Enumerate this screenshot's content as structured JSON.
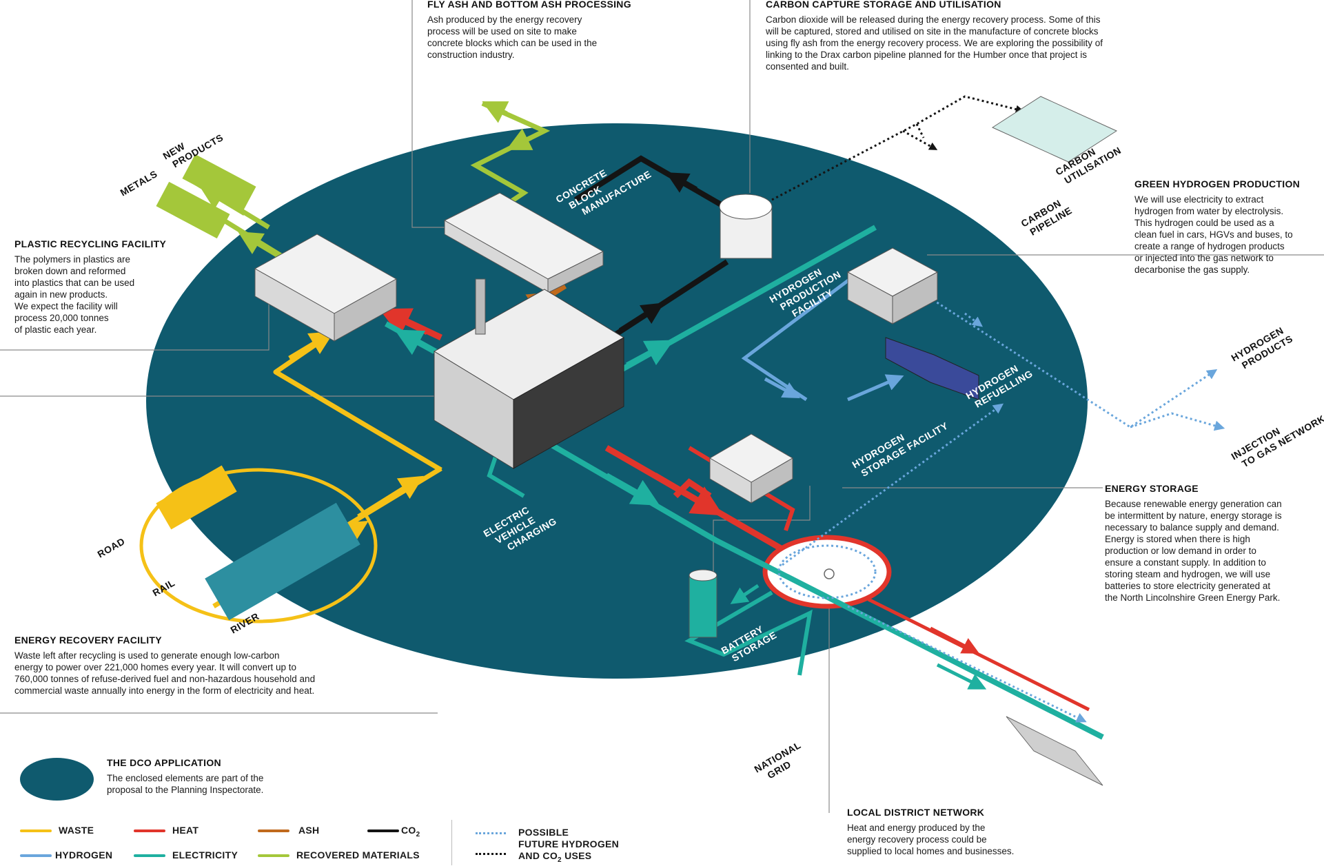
{
  "sections": {
    "fly_ash": {
      "title": "FLY ASH AND BOTTOM ASH PROCESSING",
      "body": "Ash produced by the energy recovery\nprocess will be used on site to make\nconcrete blocks which can be used in the\nconstruction industry."
    },
    "carbon": {
      "title": "CARBON CAPTURE STORAGE AND UTILISATION",
      "body": "Carbon dioxide will be released during the energy recovery process. Some of this\nwill be captured, stored and utilised on site in the manufacture of concrete blocks\nusing fly ash from the energy recovery process. We are exploring the possibility of\nlinking to the Drax carbon pipeline planned for the Humber once that project is\nconsented and built."
    },
    "green_h2": {
      "title": "GREEN HYDROGEN PRODUCTION",
      "body": "We will use electricity to extract\nhydrogen from water by electrolysis.\nThis hydrogen could be used as a\nclean fuel in cars, HGVs and buses, to\ncreate a range of hydrogen products\nor injected into the gas network to\ndecarbonise the gas supply."
    },
    "plastic": {
      "title": "PLASTIC RECYCLING FACILITY",
      "body": "The polymers in plastics are\nbroken down and reformed\ninto plastics that can be used\nagain in new products.\nWe expect the facility will\nprocess 20,000 tonnes\nof plastic each year."
    },
    "energy_storage": {
      "title": "ENERGY STORAGE",
      "body": "Because renewable energy generation can\nbe intermittent by nature, energy storage is\nnecessary to balance supply and demand.\nEnergy is stored when there is high\nproduction or low demand in order to\nensure a constant supply. In addition to\nstoring steam and hydrogen, we will use\nbatteries to store electricity generated at\nthe North Lincolnshire Green Energy Park."
    },
    "erf": {
      "title": "ENERGY RECOVERY FACILITY",
      "body": "Waste left after recycling is used to generate enough low-carbon\nenergy to power over 221,000 homes every year. It will convert up to\n760,000 tonnes of refuse-derived fuel and non-hazardous household and\ncommercial waste annually into energy in the form of electricity and heat."
    },
    "dco": {
      "title": "THE DCO APPLICATION",
      "body": "The enclosed elements are part of the\nproposal to the Planning Inspectorate."
    },
    "district": {
      "title": "LOCAL DISTRICT NETWORK",
      "body": "Heat and energy produced by the\nenergy recovery process could be\nsupplied to local homes and businesses."
    }
  },
  "labels": {
    "concrete": [
      "CONCRETE",
      "BLOCK",
      "MANUFACTURE"
    ],
    "new_products": [
      "NEW",
      "PRODUCTS"
    ],
    "metals": "METALS",
    "carbon_util": [
      "CARBON",
      "UTILISATION"
    ],
    "carbon_pipe": [
      "CARBON",
      "PIPELINE"
    ],
    "h2_prod": [
      "HYDROGEN",
      "PRODUCTION",
      "FACILITY"
    ],
    "h2_products": [
      "HYDROGEN",
      "PRODUCTS"
    ],
    "h2_refuel": [
      "HYDROGEN",
      "REFUELLING"
    ],
    "h2_storage": [
      "HYDROGEN",
      "STORAGE FACILITY"
    ],
    "injection": [
      "INJECTION",
      "TO GAS NETWORK"
    ],
    "ev": [
      "ELECTRIC",
      "VEHICLE",
      "CHARGING"
    ],
    "road": "ROAD",
    "rail": "RAIL",
    "river": "RIVER",
    "battery": [
      "BATTERY",
      "STORAGE"
    ],
    "national_grid": [
      "NATIONAL",
      "GRID"
    ]
  },
  "legend": {
    "waste": "WASTE",
    "heat": "HEAT",
    "ash": "ASH",
    "co2": "CO",
    "co2_sub": "2",
    "hydrogen": "HYDROGEN",
    "electricity": "ELECTRICITY",
    "recovered": "RECOVERED MATERIALS",
    "possible_1": "POSSIBLE",
    "possible_2": "FUTURE HYDROGEN",
    "possible_3": "AND CO",
    "possible_3_sub": "2",
    "possible_3_end": " USES"
  },
  "colors": {
    "dco_area": "#0f5a6e",
    "waste": "#f5c117",
    "heat": "#e1352b",
    "ash": "#c06a1d",
    "co2": "#141414",
    "hydrogen": "#6aa6dc",
    "electricity": "#1fb0a0",
    "recovered": "#a4c73a"
  }
}
